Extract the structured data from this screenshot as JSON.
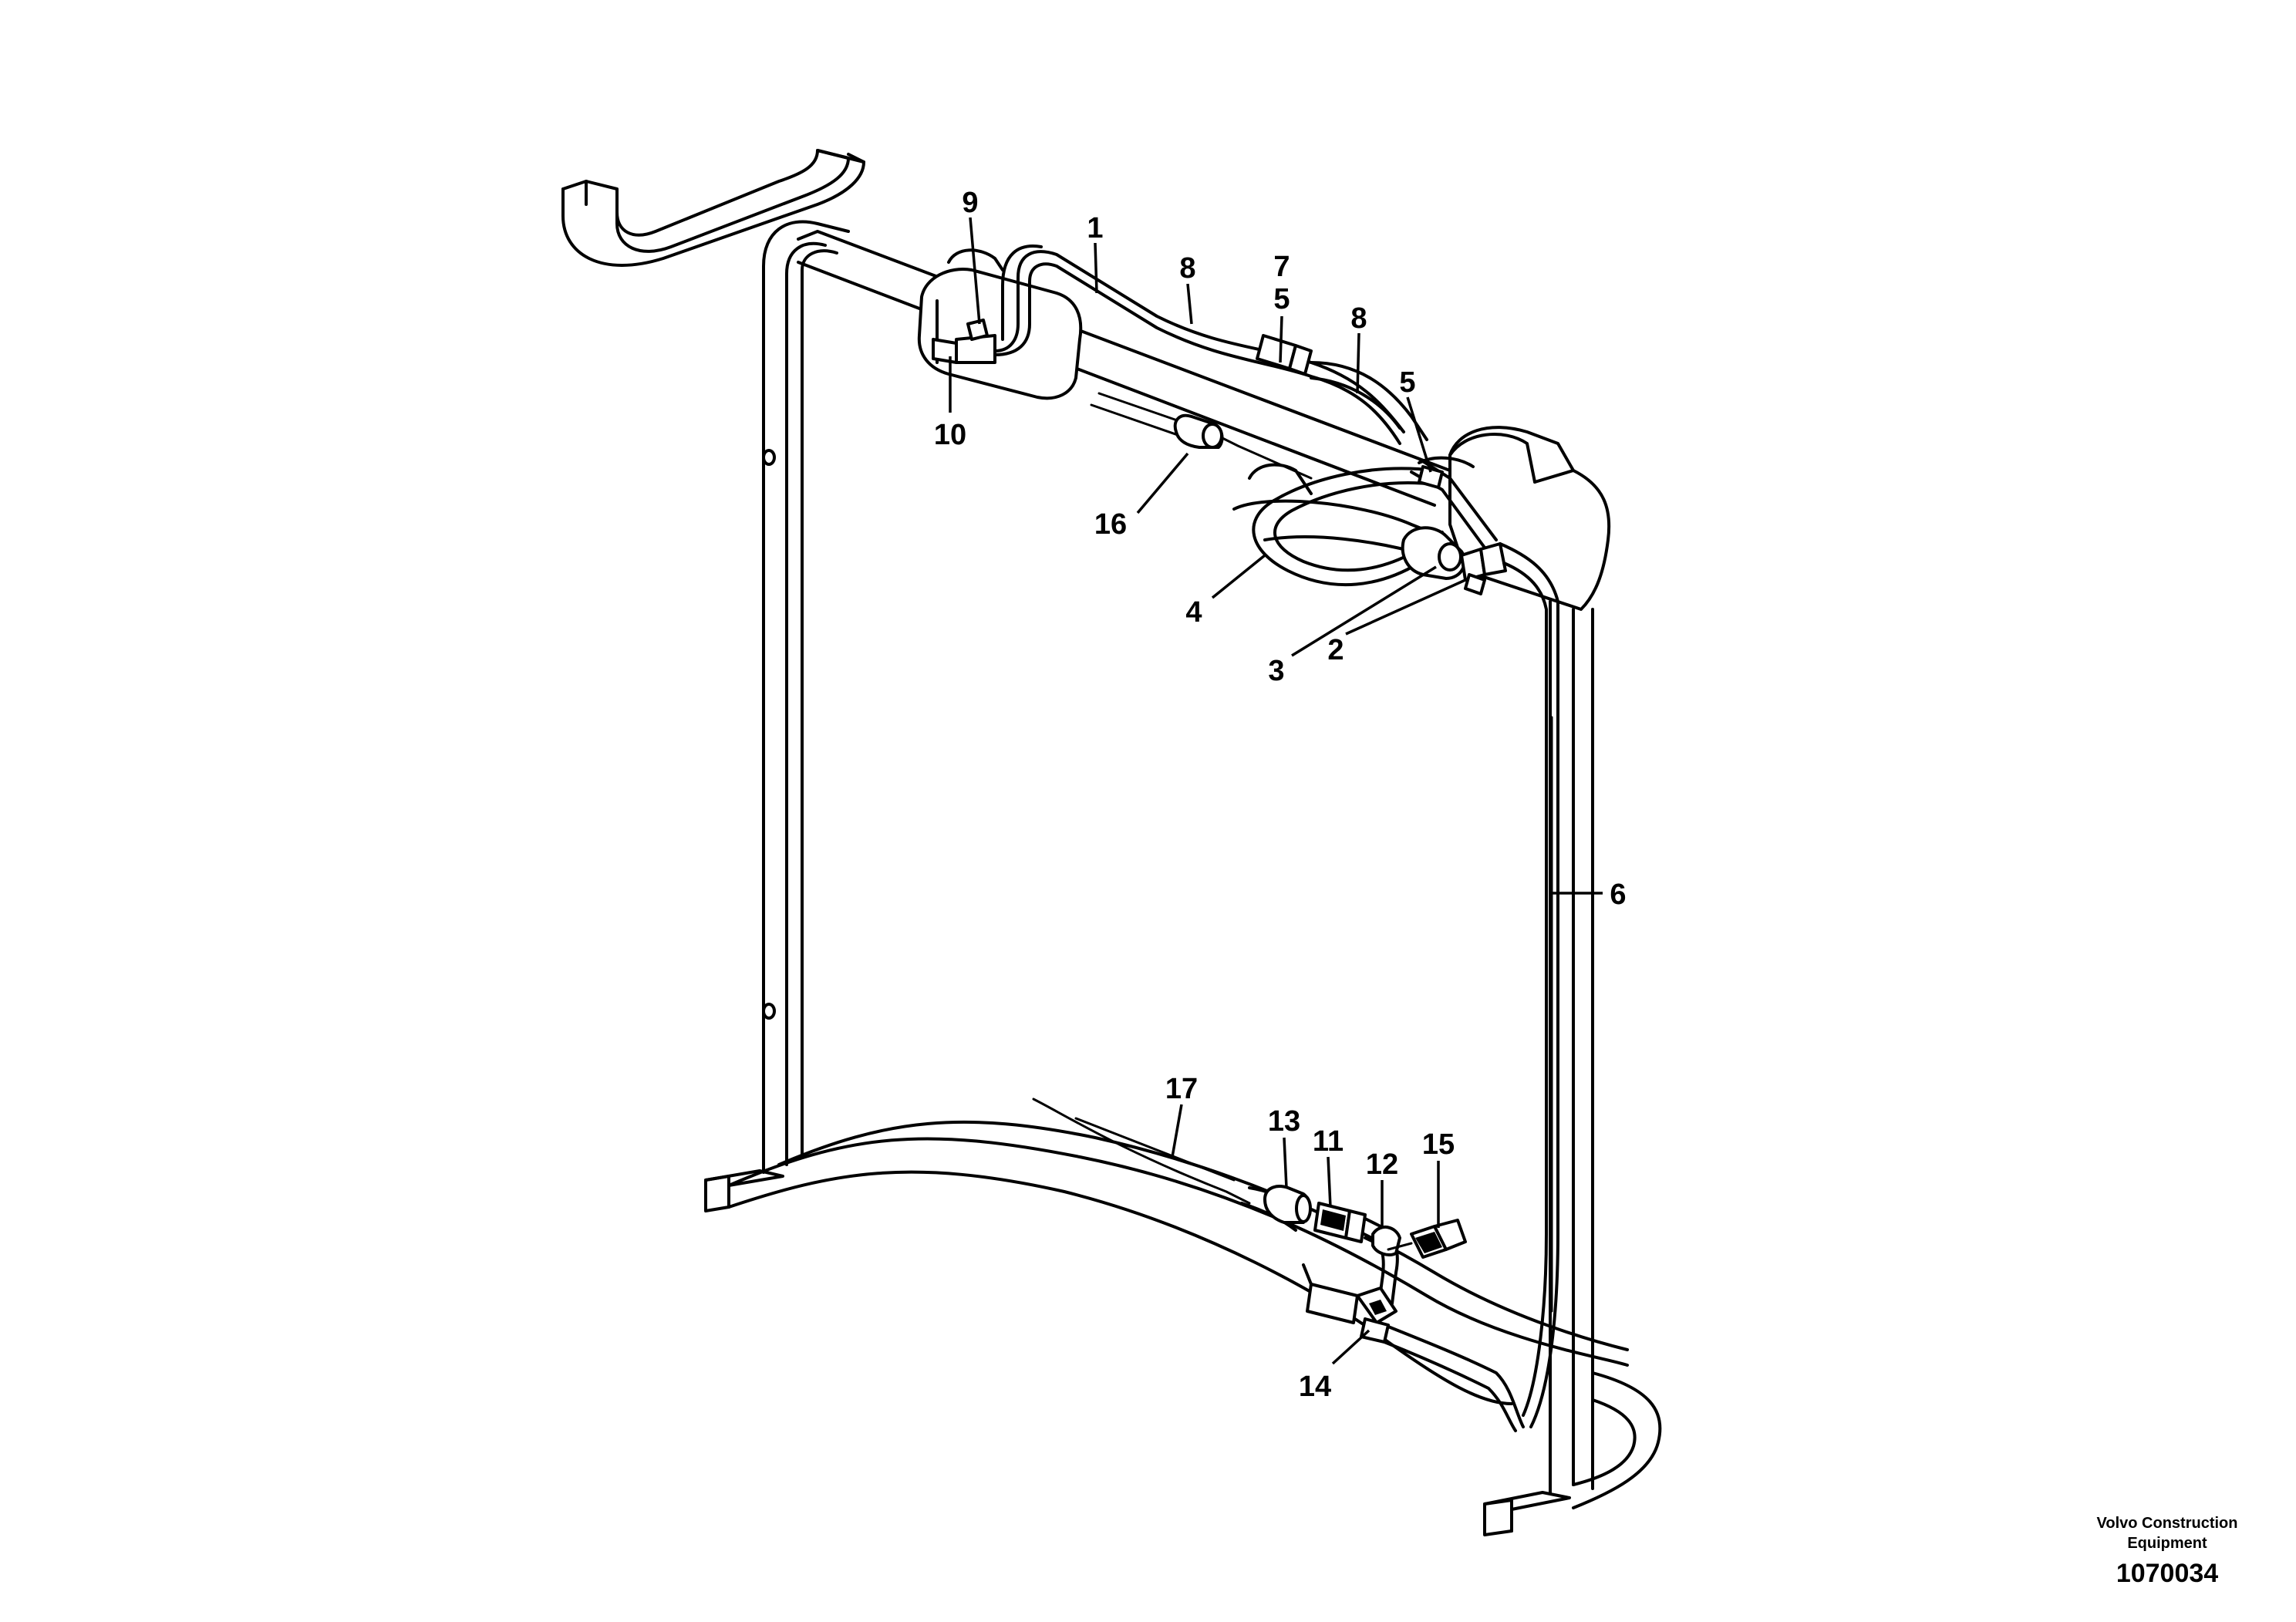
{
  "callouts": {
    "c1": "1",
    "c2": "2",
    "c3": "3",
    "c4": "4",
    "c5a": "5",
    "c5b": "5",
    "c6": "6",
    "c7": "7",
    "c8a": "8",
    "c8b": "8",
    "c9": "9",
    "c10": "10",
    "c11": "11",
    "c12": "12",
    "c13": "13",
    "c14": "14",
    "c15": "15",
    "c16": "16",
    "c17": "17"
  },
  "brand": {
    "line1": "Volvo Construction",
    "line2": "Equipment"
  },
  "drawing_number": "1070034"
}
